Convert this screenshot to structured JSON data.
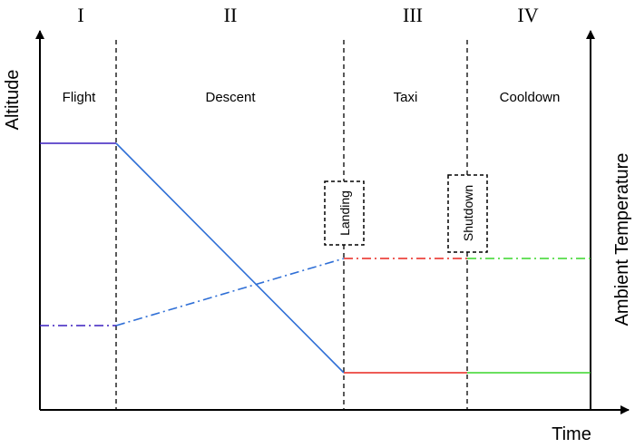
{
  "axes": {
    "y_left_title": "Altitude",
    "y_right_title": "Ambient Temperature",
    "x_title": "Time"
  },
  "phases": [
    {
      "numeral": "I",
      "name": "Flight"
    },
    {
      "numeral": "II",
      "name": "Descent"
    },
    {
      "numeral": "III",
      "name": "Taxi"
    },
    {
      "numeral": "IV",
      "name": "Cooldown"
    }
  ],
  "events": [
    {
      "label": "Landing"
    },
    {
      "label": "Shutdown"
    }
  ],
  "colors": {
    "flight": "#3a1fbf",
    "descent": "#2f6fd6",
    "taxi": "#e8261e",
    "cooldown": "#39d62a"
  }
}
